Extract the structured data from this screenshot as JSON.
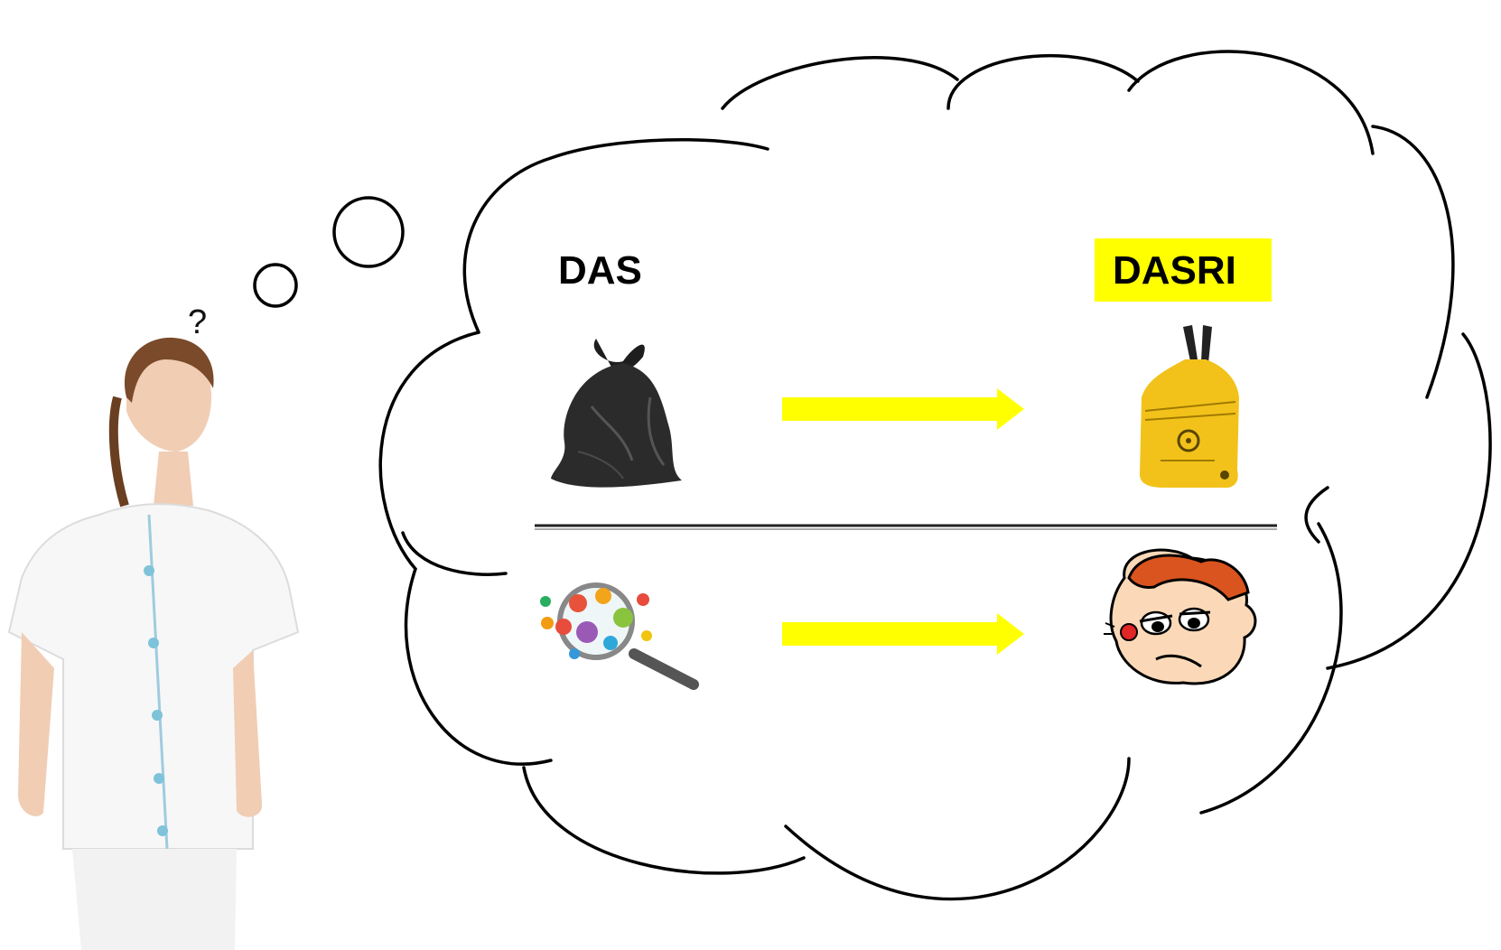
{
  "labels": {
    "left": "DAS",
    "right": "DASRI",
    "thought_mark": "?"
  },
  "colors": {
    "highlight": "#ffff00",
    "arrow": "#ffff00",
    "divider": "#222222",
    "outline": "#000000",
    "black_bag": "#2b2b2b",
    "yellow_bag": "#f2c21b",
    "nurse_uniform": "#f7f7f7",
    "uniform_buttons": "#7ec3d9"
  },
  "icons": {
    "top_left": "black-garbage-bag-icon",
    "top_right": "yellow-biohazard-bag-icon",
    "bottom_left": "germs-under-magnifier-icon",
    "bottom_right": "sick-face-icon",
    "person": "nurse-figure"
  }
}
